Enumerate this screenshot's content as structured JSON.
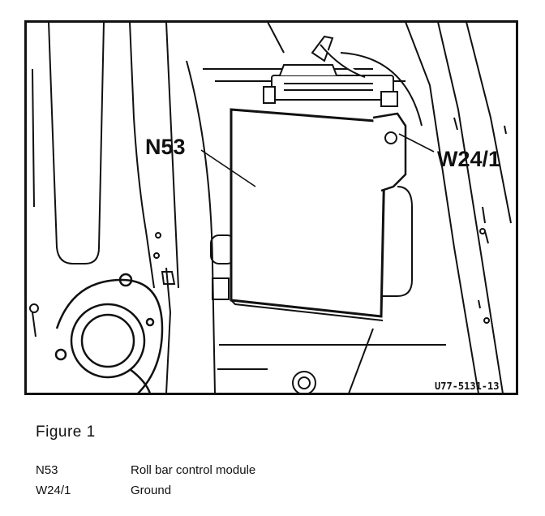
{
  "diagram": {
    "callouts": {
      "n53": "N53",
      "w24_1": "W24/1"
    },
    "figure_code": "U77-5131-13"
  },
  "caption": "Figure 1",
  "legend": [
    {
      "code": "N53",
      "description": "Roll bar control module"
    },
    {
      "code": "W24/1",
      "description": "Ground"
    }
  ]
}
